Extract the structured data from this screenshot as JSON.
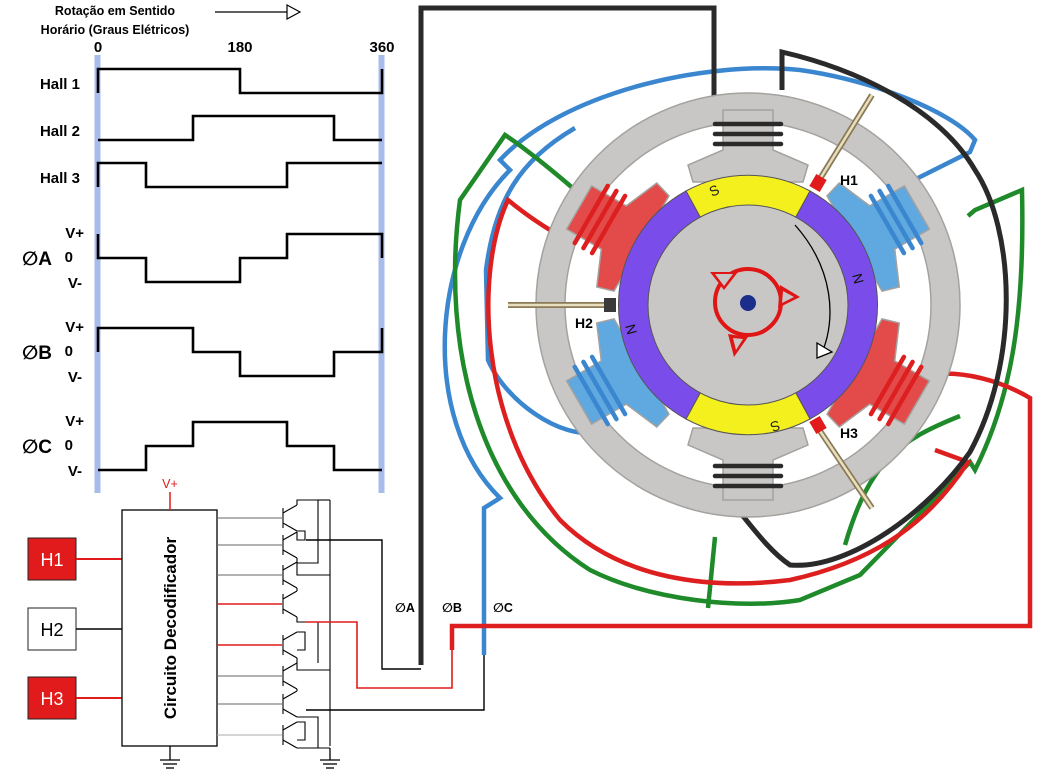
{
  "timing": {
    "rotation_label_line1": "Rotação em Sentido",
    "rotation_label_line2": "Horário (Graus Elétricos)",
    "deg_0": "0",
    "deg_180": "180",
    "deg_360": "360",
    "hall1": "Hall 1",
    "hall2": "Hall 2",
    "hall3": "Hall 3",
    "phaseA": "∅A",
    "phaseB": "∅B",
    "phaseC": "∅C",
    "vplus": "V+",
    "zero": "0",
    "vminus": "V-"
  },
  "circuit": {
    "decoder_label": "Circuito Decodificador",
    "supply_label": "V+",
    "sensor_h1": "H1",
    "sensor_h2": "H2",
    "sensor_h3": "H3"
  },
  "motor": {
    "wire_a": "∅A",
    "wire_b": "∅B",
    "wire_c": "∅C",
    "hall_h1": "H1",
    "hall_h2": "H2",
    "hall_h3": "H3",
    "pole_s": "S",
    "pole_n": "N"
  },
  "colors": {
    "phase_a_wire": "#2b2b2b",
    "phase_b_wire": "#dd1f1f",
    "phase_c_wire": "#3a87d0",
    "green_wire": "#1f8a2a",
    "stator": "#c8c6c4",
    "magnet_yellow": "#f4f01d",
    "magnet_purple": "#7a4dea",
    "active_sensor": "#e02020",
    "timing_marker": "#9db5e8"
  }
}
